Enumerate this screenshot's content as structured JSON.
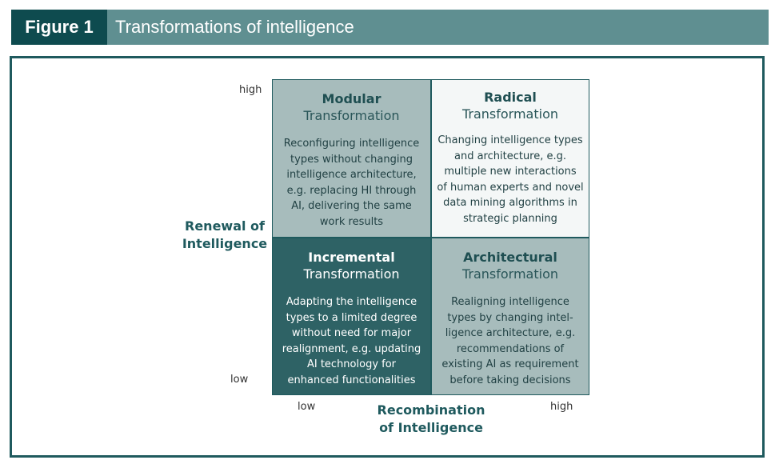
{
  "header": {
    "figure_label": "Figure 1",
    "title": "Transformations of intelligence"
  },
  "y_axis": {
    "title_line1": "Renewal of",
    "title_line2": "Intelligence",
    "high": "high",
    "low": "low"
  },
  "x_axis": {
    "title_line1": "Recombination",
    "title_line2": "of Intelligence",
    "low": "low",
    "high": "high"
  },
  "quadrants": {
    "modular": {
      "title": "Modular",
      "subtitle": "Transformation",
      "lines": [
        "Reconfiguring intelligence",
        "types without changing",
        "intelligence architecture,",
        "e.g. replacing HI through",
        "AI, delivering the same",
        "work results"
      ]
    },
    "radical": {
      "title": "Radical",
      "subtitle": "Transformation",
      "lines": [
        "Changing intelligence types",
        "and architecture, e.g.",
        "multiple new interactions",
        "of human experts and novel",
        "data mining algorithms in",
        "strategic planning"
      ]
    },
    "incremental": {
      "title": "Incremental",
      "subtitle": "Transformation",
      "lines": [
        "Adapting the intelligence",
        "types to a limited degree",
        "without need for major",
        "realignment, e.g. updating",
        "AI technology for",
        "enhanced functionalities"
      ]
    },
    "architectural": {
      "title": "Architectural",
      "subtitle": "Transformation",
      "lines": [
        "Realigning intelligence",
        "types by changing intel-",
        "ligence architecture, e.g.",
        "recommendations of",
        "existing AI as requirement",
        "before taking decisions"
      ]
    }
  },
  "colors": {
    "header_bar": "#5f8f91",
    "label_box": "#0e4b4f",
    "frame": "#1f5a5e",
    "modular_fill": "#a7bcbc",
    "radical_fill": "#f4f7f7",
    "incremental_fill": "#2e6265",
    "architectural_fill": "#a7bcbc"
  }
}
